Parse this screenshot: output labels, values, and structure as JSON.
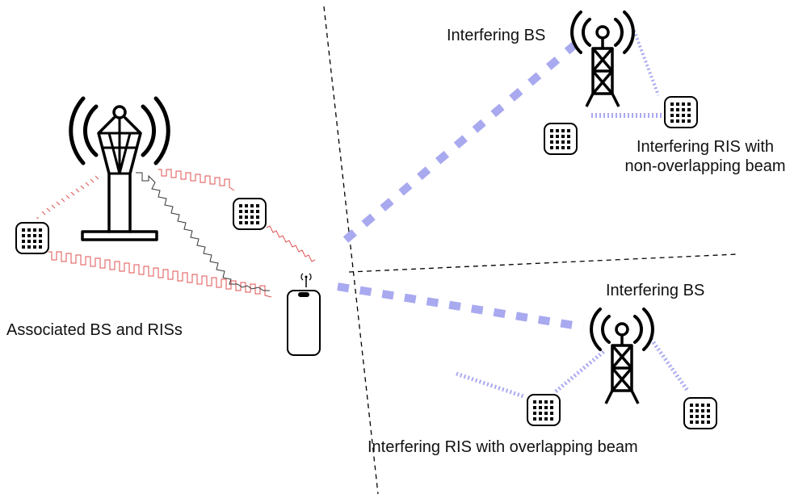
{
  "labels": {
    "interfering_bs_top": "Interfering BS",
    "interfering_ris_top_line1": "Interfering RIS with",
    "interfering_ris_top_line2": "non-overlapping beam",
    "interfering_bs_bottom": "Interfering BS",
    "interfering_ris_bottom": "Interfering RIS with overlapping beam",
    "associated": "Associated BS and RISs"
  },
  "colors": {
    "interference_beam": "#a9a9f0",
    "associated_link_red": "#e05050",
    "associated_link_black": "#333333",
    "divider": "#000000",
    "icon_stroke": "#000000"
  },
  "icons": {
    "associated_bs": "radio-tower-icon",
    "interfering_bs": "cell-tower-icon",
    "ris": "ris-panel-icon",
    "user_device": "smartphone-icon"
  }
}
